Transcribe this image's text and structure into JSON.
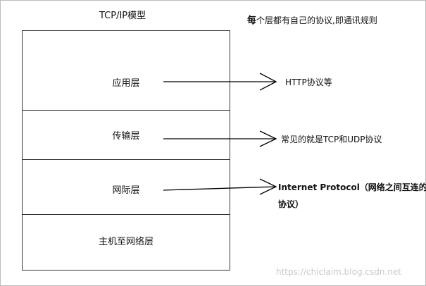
{
  "title": "TCP/IP模型",
  "note": {
    "lead": "每",
    "rest": "个层都有自己的协议,即通讯规则"
  },
  "layers": [
    {
      "label": "应用层"
    },
    {
      "label": "传输层"
    },
    {
      "label": "网际层"
    },
    {
      "label": "主机至网络层"
    }
  ],
  "protocols": [
    {
      "text": "HTTP协议等"
    },
    {
      "text": "常见的就是TCP和UDP协议"
    },
    {
      "text": "Internet Protocol（网络之间互连的协议）"
    }
  ],
  "watermark": "https://chiclaim.blog.csdn.net"
}
